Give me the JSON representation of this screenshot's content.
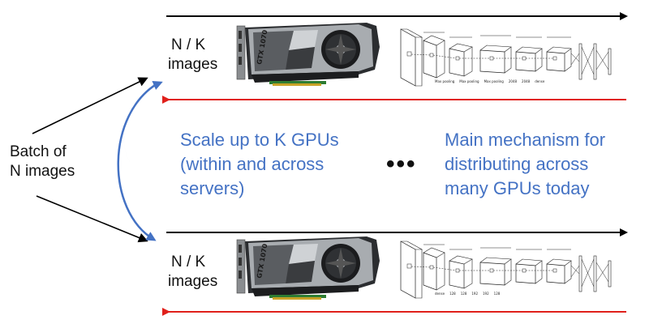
{
  "batch_label_line1": "Batch of",
  "batch_label_line2": "N images",
  "top_group": {
    "label_line1": "N / K",
    "label_line2": "images",
    "gpu_text": "GTX 1070"
  },
  "bottom_group": {
    "label_line1": "N / K",
    "label_line2": "images",
    "gpu_text": "GTX 1070"
  },
  "center_left": {
    "line1": "Scale up to K GPUs",
    "line2": "(within and across",
    "line3": "servers)"
  },
  "ellipsis": "•••",
  "center_right": {
    "line1": "Main mechanism for",
    "line2": "distributing across",
    "line3": "many GPUs today"
  },
  "network_labels": [
    "Max pooling",
    "Max pooling",
    "Max pooling",
    "2048",
    "2048",
    "dense",
    "dense",
    "128",
    "128",
    "192",
    "192",
    "128"
  ],
  "colors": {
    "forward_arrow": "#000000",
    "backward_arrow": "#e0201b",
    "curve": "#4472c4",
    "text_blue": "#4472c4"
  }
}
